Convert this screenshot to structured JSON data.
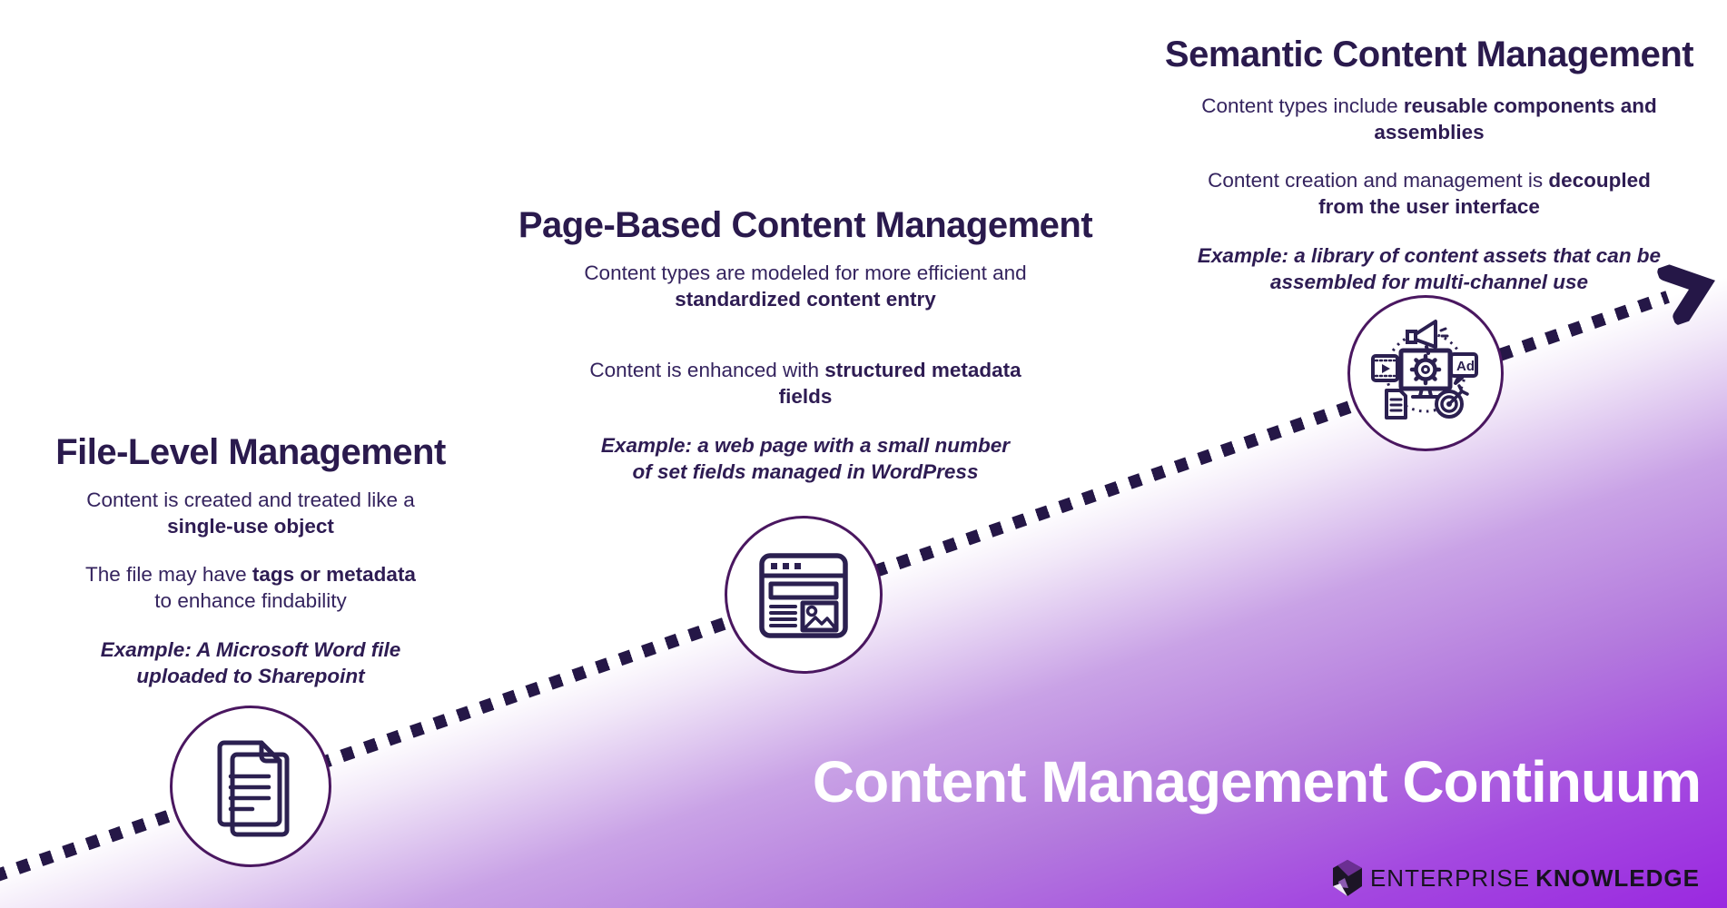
{
  "page": {
    "title": "Content Management Continuum",
    "brand": {
      "name_regular": "ENTERPRISE",
      "name_bold": "KNOWLEDGE"
    },
    "colors": {
      "text_dark": "#2a1a4d",
      "body_text": "#34235e",
      "dash": "#251747",
      "circle_stroke": "#4a1760",
      "purple_deep": "#9a28e0",
      "background_top_left": "#ffffff"
    }
  },
  "arrow": {
    "direction": "up-right",
    "style": "dotted square dashes with chevron head"
  },
  "sections": [
    {
      "id": "file-level",
      "title": "File-Level Management",
      "icon": "stacked-documents-icon",
      "paragraphs": [
        {
          "type": "normal",
          "lines": [
            [
              {
                "t": "Content is created and treated like a"
              }
            ],
            [
              {
                "t": "single-use object",
                "b": true
              }
            ]
          ]
        },
        {
          "type": "normal",
          "lines": [
            [
              {
                "t": "The file may have "
              },
              {
                "t": "tags or metadata",
                "b": true
              }
            ],
            [
              {
                "t": "to enhance findability"
              }
            ]
          ]
        },
        {
          "type": "example",
          "lines": [
            [
              {
                "t": "Example: A Microsoft Word file"
              }
            ],
            [
              {
                "t": "uploaded to Sharepoint"
              }
            ]
          ]
        }
      ]
    },
    {
      "id": "page-based",
      "title": "Page-Based Content Management",
      "icon": "web-page-icon",
      "paragraphs": [
        {
          "type": "normal",
          "lines": [
            [
              {
                "t": "Content types are modeled for more efficient and"
              }
            ],
            [
              {
                "t": "standardized content entry",
                "b": true
              }
            ]
          ]
        },
        {
          "type": "normal",
          "lines": [
            [
              {
                "t": "Content is enhanced with "
              },
              {
                "t": "structured metadata",
                "b": true
              }
            ],
            [
              {
                "t": "fields",
                "b": true
              }
            ]
          ]
        },
        {
          "type": "example",
          "lines": [
            [
              {
                "t": "Example: a web page with a small number"
              }
            ],
            [
              {
                "t": "of set fields managed in WordPress"
              }
            ]
          ]
        }
      ]
    },
    {
      "id": "semantic",
      "title": "Semantic Content Management",
      "icon": "omnichannel-content-icon",
      "icon_label": "Ad",
      "paragraphs": [
        {
          "type": "normal",
          "lines": [
            [
              {
                "t": "Content types include "
              },
              {
                "t": "reusable components and",
                "b": true
              }
            ],
            [
              {
                "t": "assemblies",
                "b": true
              }
            ]
          ]
        },
        {
          "type": "normal",
          "lines": [
            [
              {
                "t": "Content creation and management is "
              },
              {
                "t": "decoupled",
                "b": true
              }
            ],
            [
              {
                "t": "from the user interface",
                "b": true
              }
            ]
          ]
        },
        {
          "type": "example",
          "lines": [
            [
              {
                "t": "Example: a library of content assets that can be"
              }
            ],
            [
              {
                "t": "assembled for multi-channel use"
              }
            ]
          ]
        }
      ]
    }
  ]
}
